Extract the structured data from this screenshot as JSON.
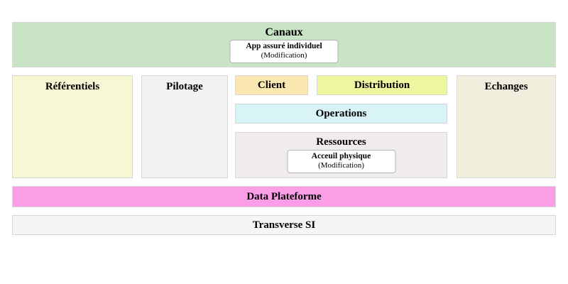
{
  "zones": {
    "canaux": {
      "label": "Canaux",
      "color": "#c8e3c5",
      "card": {
        "title": "App assuré individuel",
        "subtitle": "(Modification)"
      }
    },
    "referentiels": {
      "label": "Référentiels",
      "color": "#f7f8d3"
    },
    "pilotage": {
      "label": "Pilotage",
      "color": "#f2f2f2"
    },
    "client": {
      "label": "Client",
      "color": "#fbe7b1"
    },
    "distribution": {
      "label": "Distribution",
      "color": "#eef6a0"
    },
    "operations": {
      "label": "Operations",
      "color": "#d8f4f6"
    },
    "ressources": {
      "label": "Ressources",
      "color": "#f1ecec",
      "card": {
        "title": "Acceuil physique",
        "subtitle": "(Modification)"
      }
    },
    "echanges": {
      "label": "Echanges",
      "color": "#f1eedd"
    },
    "data_plateforme": {
      "label": "Data Plateforme",
      "color": "#fb9de7"
    },
    "transverse_si": {
      "label": "Transverse SI",
      "color": "#f5f5f5"
    }
  },
  "colors": {
    "zone_border": "#d6d6d6",
    "card_border": "#b3b3b3",
    "text": "#000000",
    "page_background": "#ffffff"
  }
}
